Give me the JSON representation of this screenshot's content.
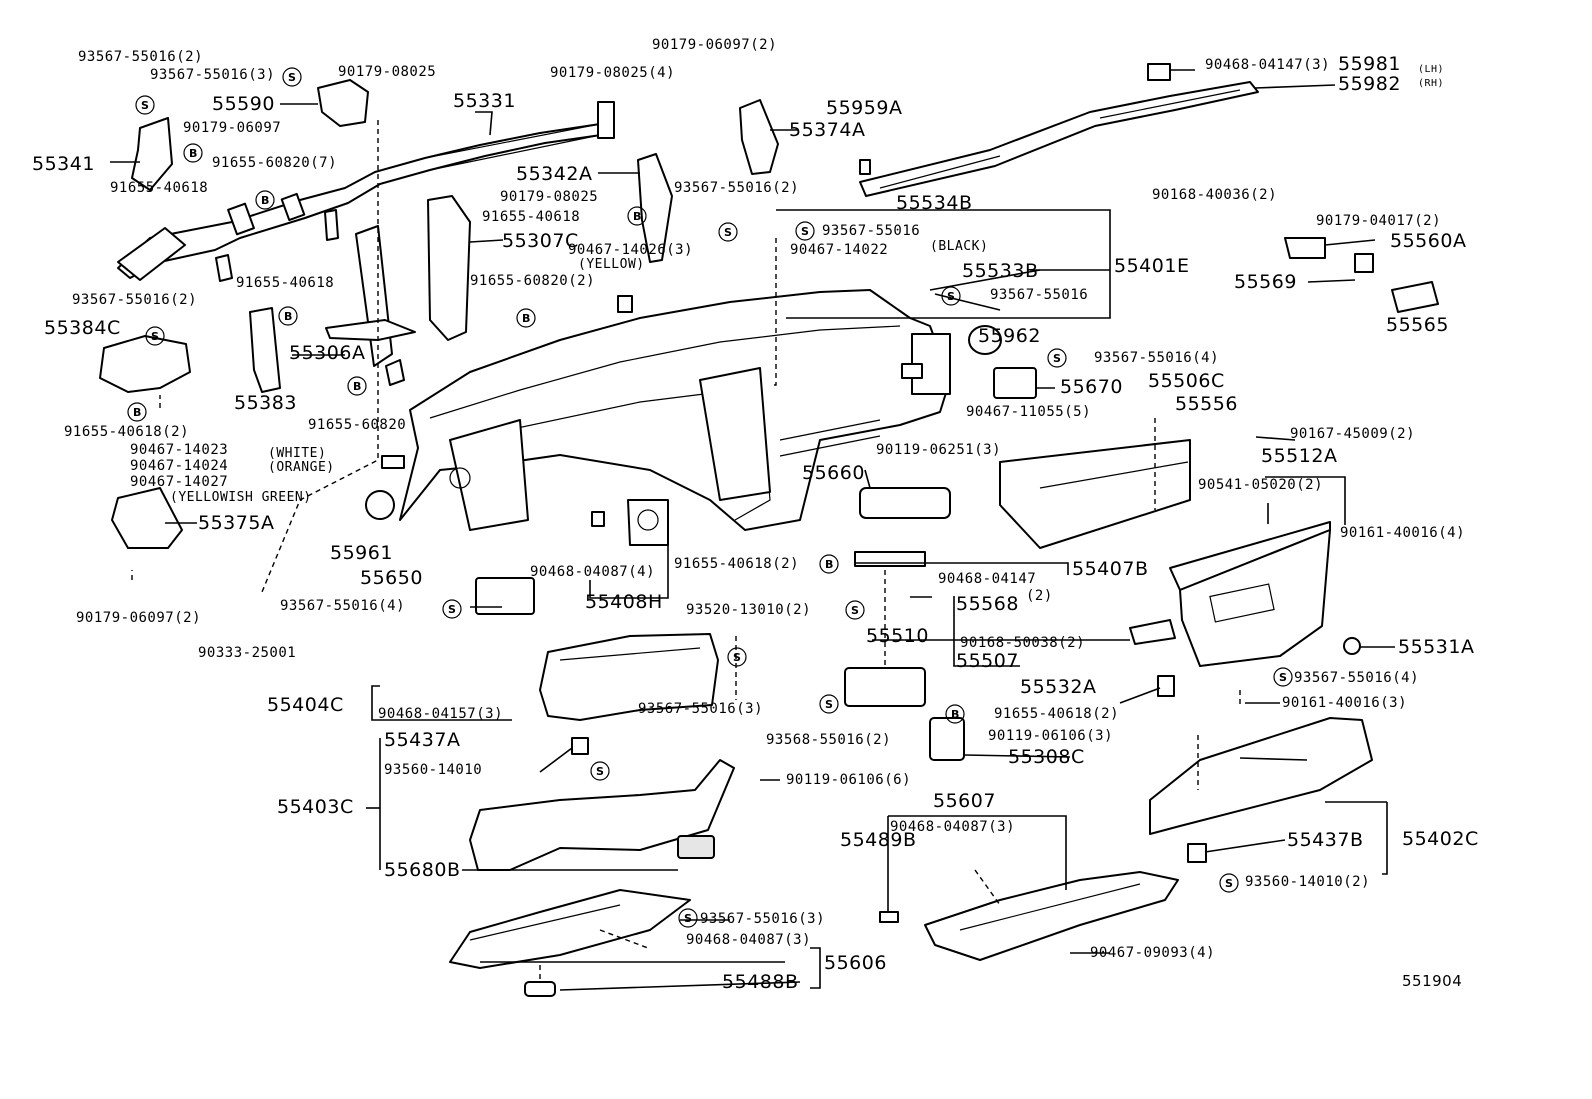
{
  "diagram_id": "551904",
  "symbols": {
    "S": "S",
    "B": "B"
  },
  "labels": {
    "a001": "93567-55016(2)",
    "a002": "93567-55016(3)",
    "a003": "90179-08025",
    "a004": "55590",
    "a005": "55331",
    "a006": "90179-06097",
    "a007": "55341",
    "a008": "91655-60820(7)",
    "a009": "91655-40618",
    "a010": "90179-06097(2)",
    "a011": "90179-08025(4)",
    "a012": "55374A",
    "a013": "55959A",
    "a014": "90468-04147(3)",
    "a015": "55981",
    "a016": "(LH)",
    "a017": "55982",
    "a018": "(RH)",
    "a019": "55342A",
    "a020": "90179-08025",
    "a021": "93567-55016(2)",
    "a022": "91655-40618",
    "a023": "55307C",
    "a024": "90467-14026(3)",
    "a025": "(YELLOW)",
    "a026": "55534B",
    "a027": "93567-55016",
    "a028": "90467-14022",
    "a029": "(BLACK)",
    "a030": "90168-40036(2)",
    "a031": "90179-04017(2)",
    "a032": "55560A",
    "a033": "55569",
    "a034": "55565",
    "a035": "93567-55016(2)",
    "a036": "91655-40618",
    "a037": "55384C",
    "a038": "91655-60820(2)",
    "a039": "55533B",
    "a040": "55401E",
    "a041": "93567-55016",
    "a042": "55306A",
    "a043": "55383",
    "a044": "91655-60820",
    "a045": "91655-40618(2)",
    "a046": "90467-14023",
    "a047": "(WHITE)",
    "a048": "90467-14024",
    "a049": "(ORANGE)",
    "a050": "90467-14027",
    "a051": "(YELLOWISH GREEN)",
    "a052": "55962",
    "a053": "93567-55016(4)",
    "a054": "55670",
    "a055": "55506C",
    "a056": "90467-11055(5)",
    "a057": "55556",
    "a058": "90119-06251(3)",
    "a059": "90167-45009(2)",
    "a060": "55512A",
    "a061": "55375A",
    "a062": "55961",
    "a063": "55660",
    "a064": "90541-05020(2)",
    "a065": "90161-40016(4)",
    "a066": "55650",
    "a067": "90468-04087(4)",
    "a068": "91655-40618(2)",
    "a069": "55407B",
    "a070": "90468-04147",
    "a071": "(2)",
    "a072": "90179-06097(2)",
    "a073": "93567-55016(4)",
    "a074": "55408H",
    "a075": "55568",
    "a076": "93520-13010(2)",
    "a077": "55510",
    "a078": "90168-50038(2)",
    "a079": "90333-25001",
    "a080": "55507",
    "a081": "55531A",
    "a082": "93567-55016(4)",
    "a083": "55404C",
    "a084": "90468-04157(3)",
    "a085": "93567-55016(3)",
    "a086": "55532A",
    "a087": "90161-40016(3)",
    "a088": "93568-55016(2)",
    "a089": "91655-40618(2)",
    "a090": "55437A",
    "a091": "90119-06106(3)",
    "a092": "93560-14010",
    "a093": "55308C",
    "a094": "90119-06106(6)",
    "a095": "55403C",
    "a096": "55607",
    "a097": "90468-04087(3)",
    "a098": "55489B",
    "a099": "55437B",
    "a100": "55402C",
    "a101": "93560-14010(2)",
    "a102": "55680B",
    "a103": "93567-55016(3)",
    "a104": "90468-04087(3)",
    "a105": "55606",
    "a106": "90467-09093(4)",
    "a107": "55488B",
    "a108": "551904"
  }
}
